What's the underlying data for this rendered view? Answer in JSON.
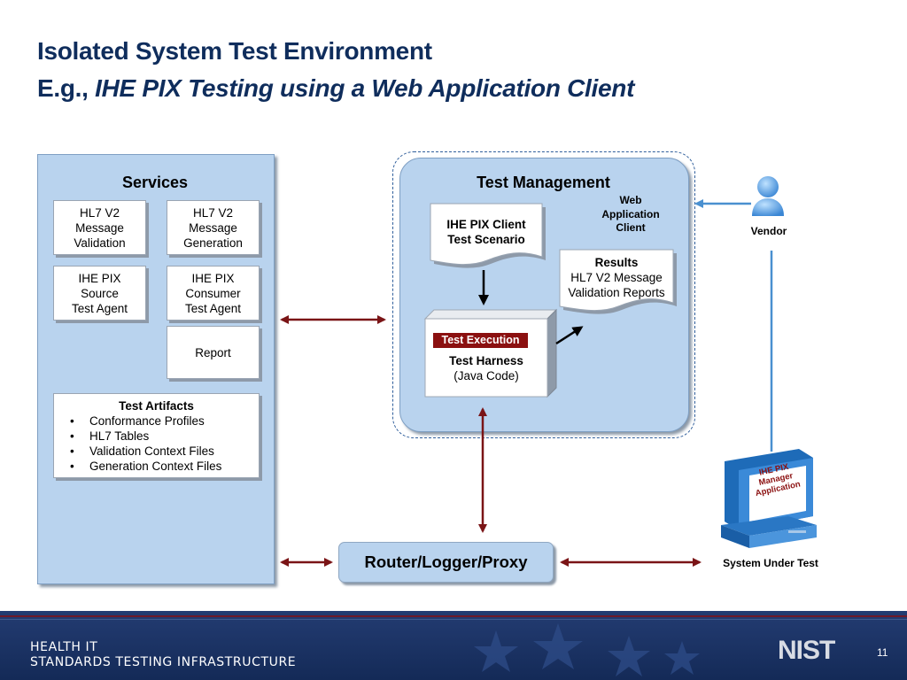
{
  "slide": {
    "title_line1": "Isolated System Test Environment",
    "title_line2_prefix": "E.g.,",
    "title_line2_italic": "IHE PIX Testing using a Web Application Client",
    "page_number": "11"
  },
  "services": {
    "header": "Services",
    "cards": [
      {
        "lines": [
          "HL7 V2",
          "Message",
          "Validation"
        ]
      },
      {
        "lines": [
          "HL7 V2",
          "Message",
          "Generation"
        ]
      },
      {
        "lines": [
          "IHE PIX",
          "Source",
          "Test Agent"
        ]
      },
      {
        "lines": [
          "IHE PIX",
          "Consumer",
          "Test Agent"
        ]
      },
      {
        "lines": [
          "Report"
        ]
      }
    ],
    "artifacts": {
      "title": "Test Artifacts",
      "items": [
        "Conformance Profiles",
        "HL7 Tables",
        "Validation Context Files",
        "Generation Context Files"
      ]
    }
  },
  "test_management": {
    "header": "Test Management",
    "web_client": [
      "Web",
      "Application",
      "Client"
    ],
    "scenario": [
      "IHE PIX Client",
      "Test Scenario"
    ],
    "results": {
      "title": "Results",
      "lines": [
        "HL7 V2 Message",
        "Validation Reports"
      ]
    },
    "harness": {
      "tag": "Test Execution",
      "title": "Test Harness",
      "subtitle": "(Java Code)"
    }
  },
  "router": {
    "label": "Router/Logger/Proxy"
  },
  "vendor": {
    "label": "Vendor"
  },
  "sut": {
    "label": "System Under Test",
    "screen_lines": [
      "IHE PIX",
      "Manager",
      "Application"
    ]
  },
  "footer": {
    "line1": "HEALTH IT",
    "line2": "STANDARDS TESTING INFRASTRUCTURE",
    "logo": "NIST"
  },
  "colors": {
    "title": "#0f2d5c",
    "panel": "#b9d3ee",
    "arrow_dark_red": "#7a1416",
    "arrow_blue": "#4a90d0",
    "tag_red": "#8b1010",
    "footer_navy": "#1a3263"
  }
}
